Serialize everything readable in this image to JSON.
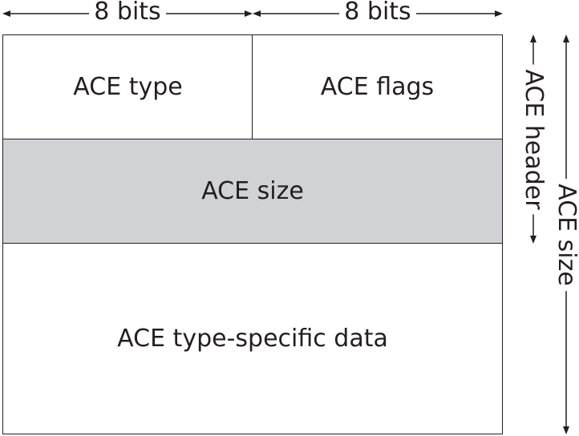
{
  "dimensions": {
    "top_left": "8 bits",
    "top_right": "8 bits",
    "header_span": "ACE header",
    "size_span": "ACE size"
  },
  "fields": {
    "type": "ACE type",
    "flags": "ACE flags",
    "size": "ACE size",
    "data": "ACE type-specific data"
  },
  "colors": {
    "line": "#231f20",
    "size_fill": "#d1d2d4"
  }
}
